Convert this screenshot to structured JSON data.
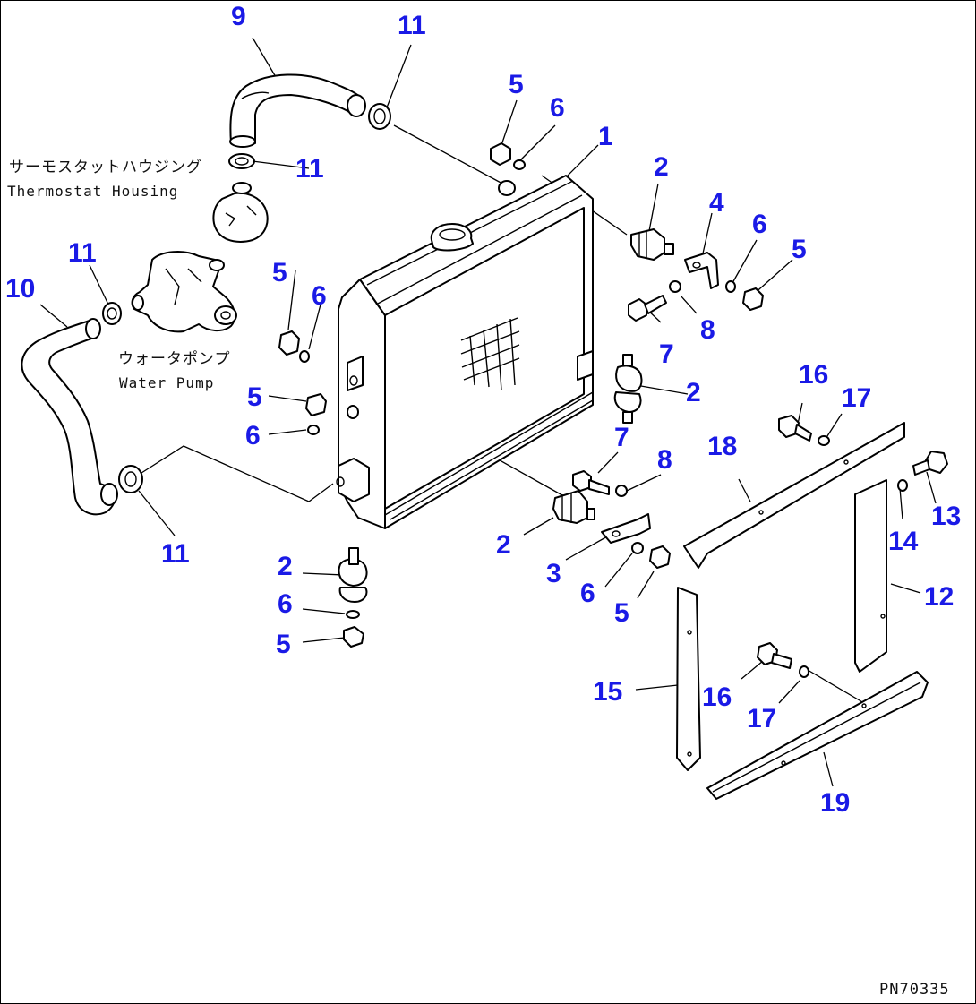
{
  "diagram": {
    "parts": [
      {
        "id": "label-9",
        "text": "9"
      },
      {
        "id": "label-11-a",
        "text": "11"
      },
      {
        "id": "label-5-a",
        "text": "5"
      },
      {
        "id": "label-6-a",
        "text": "6"
      },
      {
        "id": "label-1",
        "text": "1"
      },
      {
        "id": "label-2-a",
        "text": "2"
      },
      {
        "id": "label-4",
        "text": "4"
      },
      {
        "id": "label-6-b",
        "text": "6"
      },
      {
        "id": "label-5-b",
        "text": "5"
      },
      {
        "id": "label-11-b",
        "text": "11"
      },
      {
        "id": "label-11-c",
        "text": "11"
      },
      {
        "id": "label-10",
        "text": "10"
      },
      {
        "id": "label-5-c",
        "text": "5"
      },
      {
        "id": "label-6-c",
        "text": "6"
      },
      {
        "id": "label-7-a",
        "text": "7"
      },
      {
        "id": "label-8-a",
        "text": "8"
      },
      {
        "id": "label-2-b",
        "text": "2"
      },
      {
        "id": "label-5-d",
        "text": "5"
      },
      {
        "id": "label-6-d",
        "text": "6"
      },
      {
        "id": "label-16-a",
        "text": "16"
      },
      {
        "id": "label-17-a",
        "text": "17"
      },
      {
        "id": "label-7-b",
        "text": "7"
      },
      {
        "id": "label-8-b",
        "text": "8"
      },
      {
        "id": "label-18",
        "text": "18"
      },
      {
        "id": "label-13",
        "text": "13"
      },
      {
        "id": "label-14",
        "text": "14"
      },
      {
        "id": "label-11-d",
        "text": "11"
      },
      {
        "id": "label-2-c",
        "text": "2"
      },
      {
        "id": "label-2-d",
        "text": "2"
      },
      {
        "id": "label-3",
        "text": "3"
      },
      {
        "id": "label-12",
        "text": "12"
      },
      {
        "id": "label-6-e",
        "text": "6"
      },
      {
        "id": "label-5-e",
        "text": "5"
      },
      {
        "id": "label-6-f",
        "text": "6"
      },
      {
        "id": "label-5-f",
        "text": "5"
      },
      {
        "id": "label-15",
        "text": "15"
      },
      {
        "id": "label-16-b",
        "text": "16"
      },
      {
        "id": "label-17-b",
        "text": "17"
      },
      {
        "id": "label-19",
        "text": "19"
      }
    ],
    "notes": {
      "thermostat_jp": "サーモスタットハウジング",
      "thermostat_en": "Thermostat Housing",
      "water_pump_jp": "ウォータポンプ",
      "water_pump_en": "Water Pump"
    },
    "drawing_code": "PN70335",
    "colors": {
      "label": "#1a1ae6",
      "line": "#000000",
      "background": "#ffffff"
    }
  }
}
